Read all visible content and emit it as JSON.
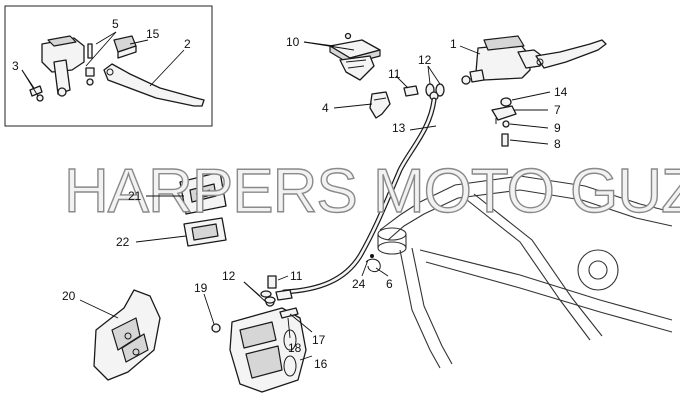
{
  "watermark": "HARPERS MOTO GUZZI©",
  "callouts": {
    "n1": "1",
    "n2": "2",
    "n3": "3",
    "n4": "4",
    "n5": "5",
    "n6": "6",
    "n7": "7",
    "n8": "8",
    "n9": "9",
    "n10": "10",
    "n11a": "11",
    "n11b": "11",
    "n12a": "12",
    "n12b": "12",
    "n13": "13",
    "n14": "14",
    "n15": "15",
    "n16": "16",
    "n17": "17",
    "n18": "18",
    "n19": "19",
    "n20": "20",
    "n21": "21",
    "n22": "22",
    "n24": "24"
  }
}
